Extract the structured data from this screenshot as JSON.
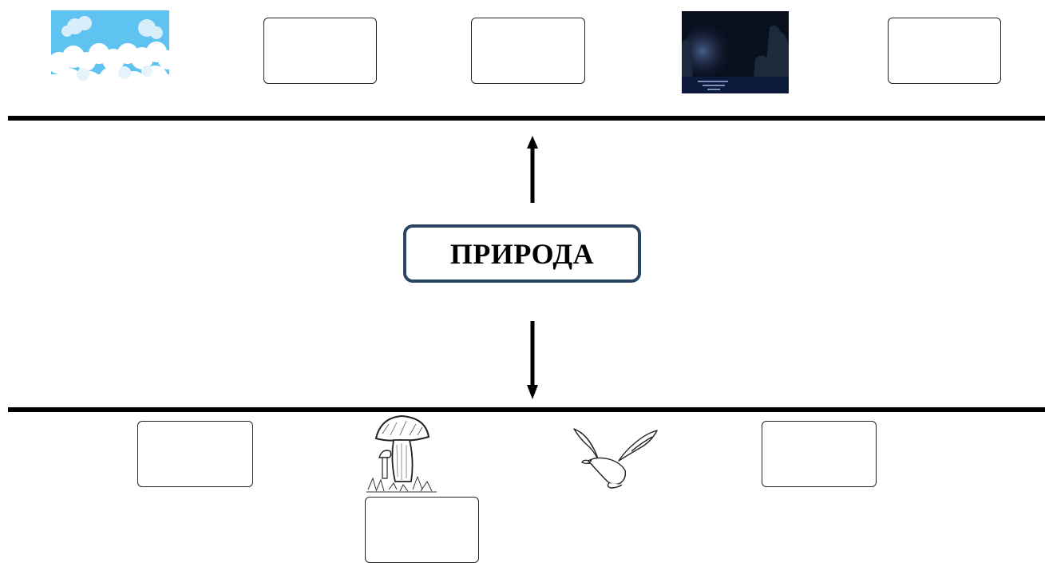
{
  "center": {
    "label": "ПРИРОДА"
  },
  "top_row": [
    {
      "kind": "picture",
      "icon": "sky-clouds-picture"
    },
    {
      "kind": "blank"
    },
    {
      "kind": "blank"
    },
    {
      "kind": "picture",
      "icon": "moon-night-picture"
    },
    {
      "kind": "blank"
    }
  ],
  "bottom_row": [
    {
      "kind": "blank"
    },
    {
      "kind": "picture",
      "icon": "mushroom-picture"
    },
    {
      "kind": "picture",
      "icon": "dove-picture"
    },
    {
      "kind": "blank"
    },
    {
      "kind": "blank"
    }
  ],
  "colors": {
    "line": "#000000",
    "center_border": "#2a4560",
    "sky": "#5ec3f0",
    "night": "#0a0f1e"
  }
}
